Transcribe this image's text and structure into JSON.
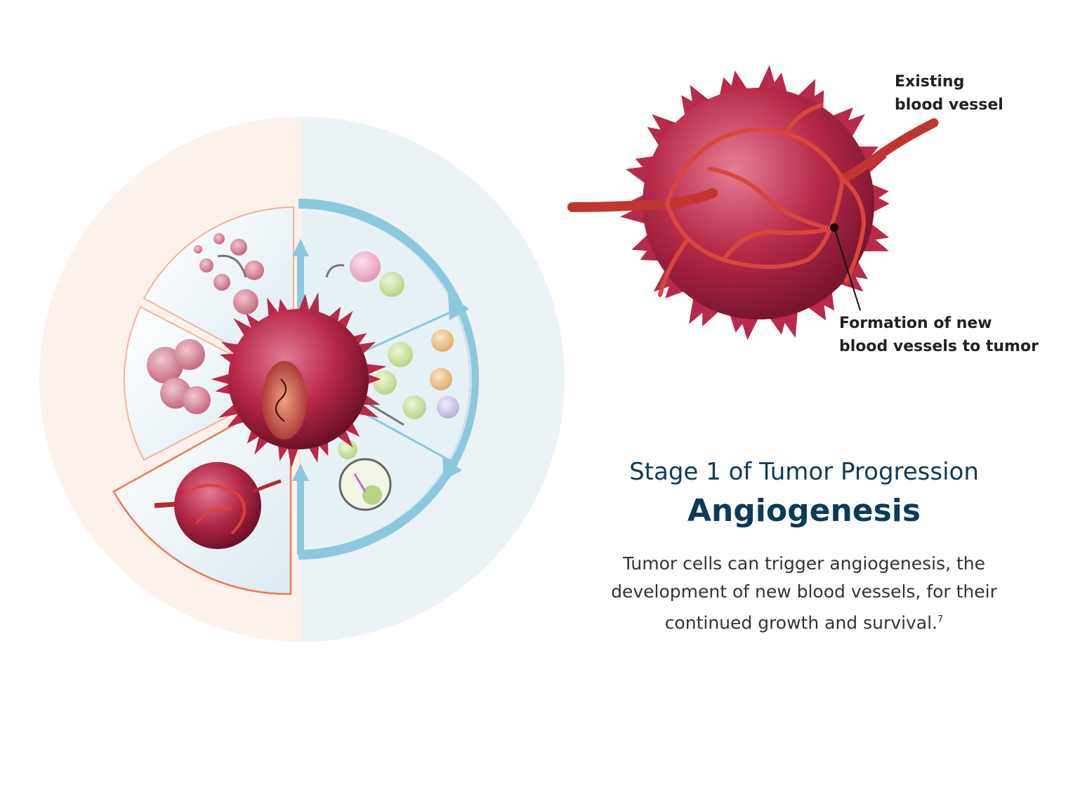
{
  "callouts": {
    "existing_line1": "Existing",
    "existing_line2": "blood vessel",
    "new_line1": "Formation of new",
    "new_line2": "blood vessels to tumor"
  },
  "heading": {
    "subtitle": "Stage 1 of Tumor Progression",
    "title": "Angiogenesis",
    "body_line1": "Tumor cells can trigger angiogenesis, the",
    "body_line2": "development of new blood vessels, for their",
    "body_line3": "continued growth and survival.",
    "footnote": "7"
  },
  "colors": {
    "navy": "#0e3a5a",
    "tumor": "#b8294a",
    "vessel": "#c0352f",
    "ring_left": "#fdf1ec",
    "ring_right": "#ebf3f7",
    "arrow_blue": "#8cc9dc",
    "wedge_orange": "#f07a4d"
  },
  "icons": [
    "tumor-cell-icon",
    "blood-vessel-icon",
    "immune-cell-icon",
    "cycle-arrow-icon",
    "magnifier-icon"
  ]
}
